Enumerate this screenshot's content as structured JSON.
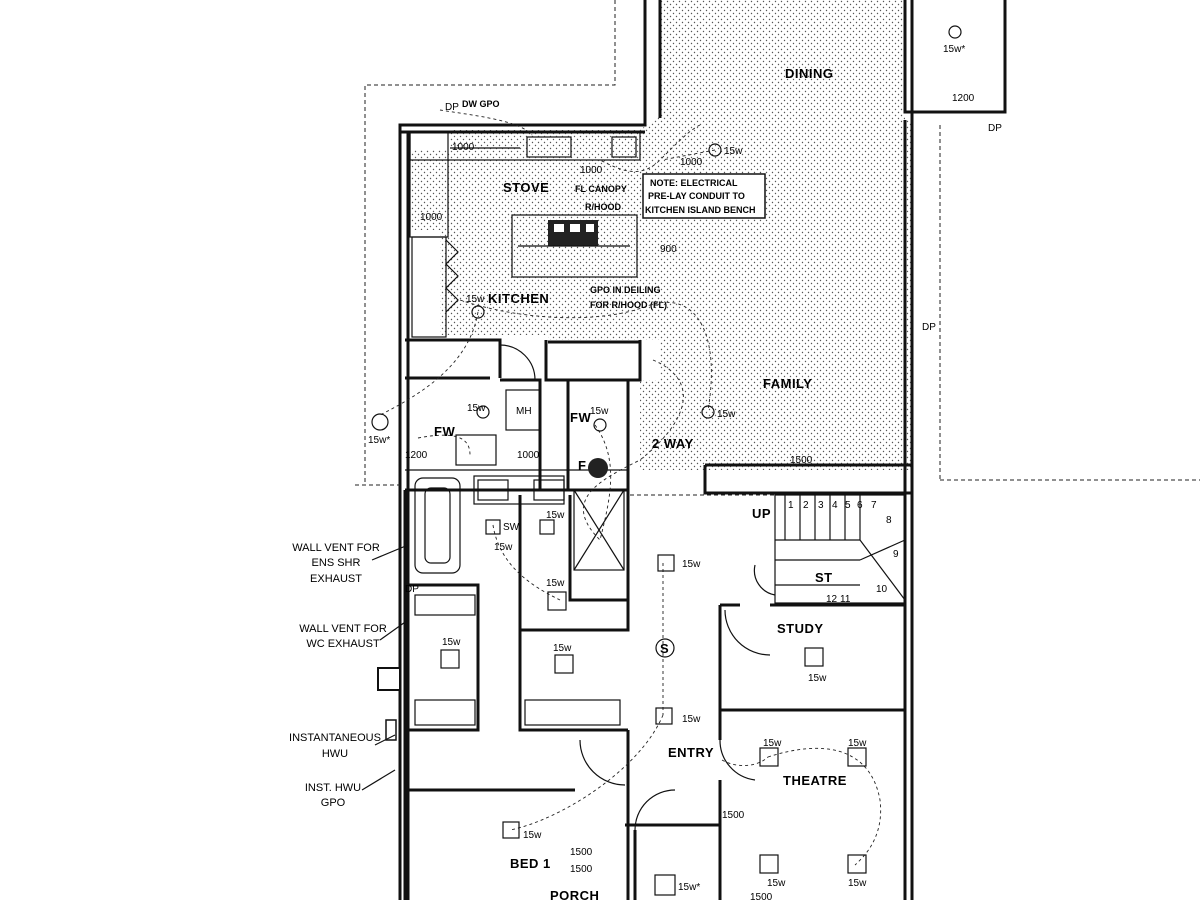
{
  "rooms": {
    "dining": "DINING",
    "kitchen": "KITCHEN",
    "family": "FAMILY",
    "stove": "STOVE",
    "study": "STUDY",
    "theatre": "THEATRE",
    "entry": "ENTRY",
    "bed1": "BED 1",
    "porch": "PORCH",
    "st": "ST",
    "up": "UP",
    "two_way": "2 WAY",
    "mh": "MH",
    "fw1": "FW",
    "fw2": "FW",
    "f": "F",
    "sw": "SW",
    "s": "S"
  },
  "notes": {
    "canopy_line1": "FL CANOPY",
    "canopy_line2": "R/HOOD",
    "electrical_line1": "NOTE: ELECTRICAL",
    "electrical_line2": "PRE-LAY CONDUIT TO",
    "electrical_line3": "KITCHEN ISLAND BENCH",
    "gpo_ceiling_line1": "GPO IN DEILING",
    "gpo_ceiling_line2": "FOR R/HOOD (FL)",
    "dw_gpo": "DW GPO",
    "dp_top": "DP",
    "dp_right": "DP",
    "dp_left": "DP",
    "dp_side": "DP"
  },
  "callouts": {
    "ens_vent_line1": "WALL VENT FOR",
    "ens_vent_line2": "ENS SHR",
    "ens_vent_line3": "EXHAUST",
    "wc_vent_line1": "WALL VENT FOR",
    "wc_vent_line2": "WC EXHAUST",
    "hwu_line1": "INSTANTANEOUS",
    "hwu_line2": "HWU",
    "hwu_gpo_line1": "INST. HWU",
    "hwu_gpo_line2": "GPO"
  },
  "dimensions": {
    "d1000_a": "1000",
    "d1000_b": "1000",
    "d1000_c": "1000",
    "d1000_d": "1000",
    "d900": "900",
    "d1200_top": "1200",
    "d1200_left": "1200",
    "d1000_laundry": "1000",
    "d1500_family": "1500",
    "d1500_a": "1500",
    "d1500_b": "1500",
    "d1500_c": "1500",
    "d1500_d": "1500"
  },
  "lights": {
    "l15w": "15w",
    "l15w_star": "15w*"
  },
  "stairs": [
    "1",
    "2",
    "3",
    "4",
    "5",
    "6",
    "7",
    "8",
    "9",
    "10",
    "11",
    "12"
  ]
}
